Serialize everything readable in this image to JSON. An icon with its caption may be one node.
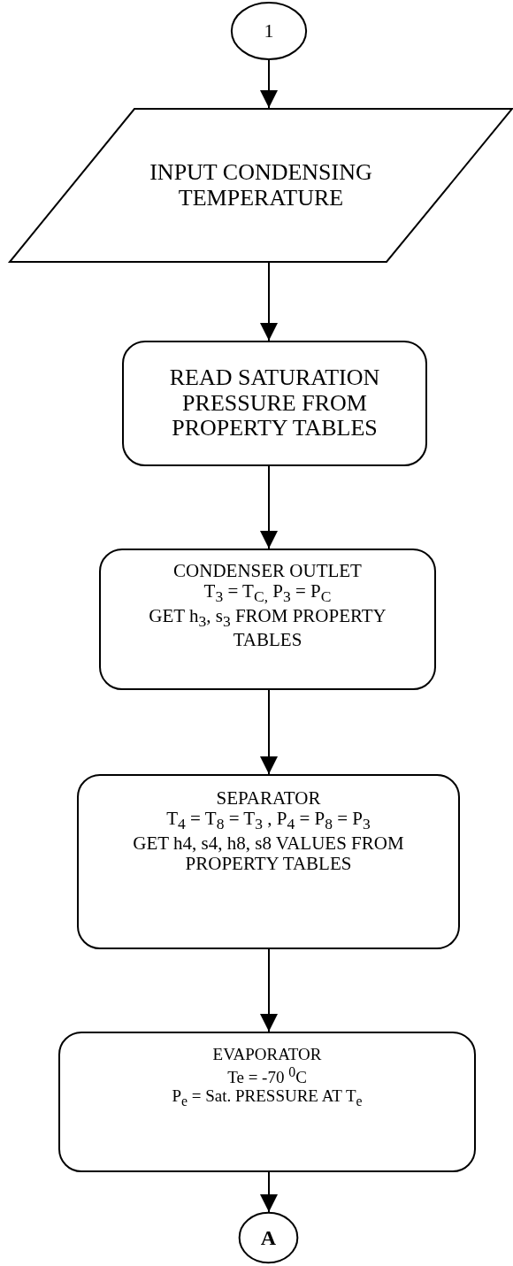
{
  "diagram": {
    "nodes": [
      {
        "text": [
          "1"
        ]
      },
      {
        "text": [
          "INPUT CONDENSING TEMPERATURE"
        ]
      },
      {
        "text": [
          "READ SATURATION PRESSURE FROM PROPERTY TABLES"
        ]
      },
      {
        "text": [
          "CONDENSER OUTLET",
          "T$_{3}$ = T$_{C,}$  P$_{3}$ = P$_{C}$",
          "GET h$_{3}$, s$_{3}$ FROM PROPERTY TABLES"
        ]
      },
      {
        "text": [
          "SEPARATOR",
          "T$_{4}$ = T$_{8}$ = T$_{3}$ , P$_{4}$ = P$_{8}$ = P$_{3}$",
          "GET h4, s4, h8, s8 VALUES FROM PROPERTY TABLES"
        ]
      },
      {
        "text": [
          "EVAPORATOR",
          "Te = -70 $^{0}$C",
          "P$_{e}$ = Sat. PRESSURE AT T$_{e}$"
        ]
      },
      {
        "text": [
          "A"
        ]
      }
    ],
    "edges": [
      {
        "from": 0,
        "to": 1,
        "arrow": "to"
      },
      {
        "from": 1,
        "to": 2,
        "arrow": "to"
      },
      {
        "from": 2,
        "to": 3,
        "arrow": "to"
      },
      {
        "from": 3,
        "to": 4,
        "arrow": "to"
      },
      {
        "from": 4,
        "to": 5,
        "arrow": "to"
      },
      {
        "from": 5,
        "to": 6,
        "arrow": "to"
      }
    ]
  }
}
